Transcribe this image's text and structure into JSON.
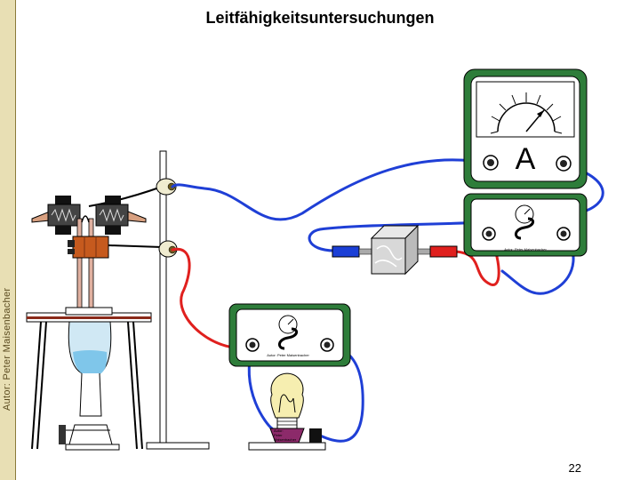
{
  "slide": {
    "title": "Leitfähigkeitsuntersuchungen",
    "author": "Autor: Peter Maisenbacher",
    "page_number": "22"
  },
  "ammeter": {
    "unit_label": "A"
  },
  "power_supply_label": "Autor: Peter Maisenbacher",
  "lamp_base_label_lines": [
    "Autor:",
    "Peter",
    "Maisenbacher"
  ],
  "colors": {
    "wire_blue": "#1f3fd6",
    "wire_red": "#e0201e",
    "device_green": "#2e7d3a",
    "sidebar": "#e8dfb4"
  }
}
